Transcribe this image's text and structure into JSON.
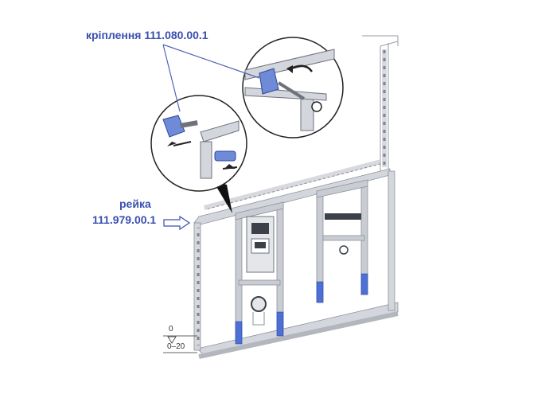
{
  "labels": {
    "fixing": "кріплення 111.080.00.1",
    "rail_name": "рейка",
    "rail_code": "111.979.00.1"
  },
  "level": {
    "zero": "0",
    "range": "0–20"
  },
  "colors": {
    "label_blue": "#3a4fb0",
    "frame_gray": "#b9bcc4",
    "leg_blue": "#4d6fd6",
    "leader_line": "#5565b8"
  }
}
